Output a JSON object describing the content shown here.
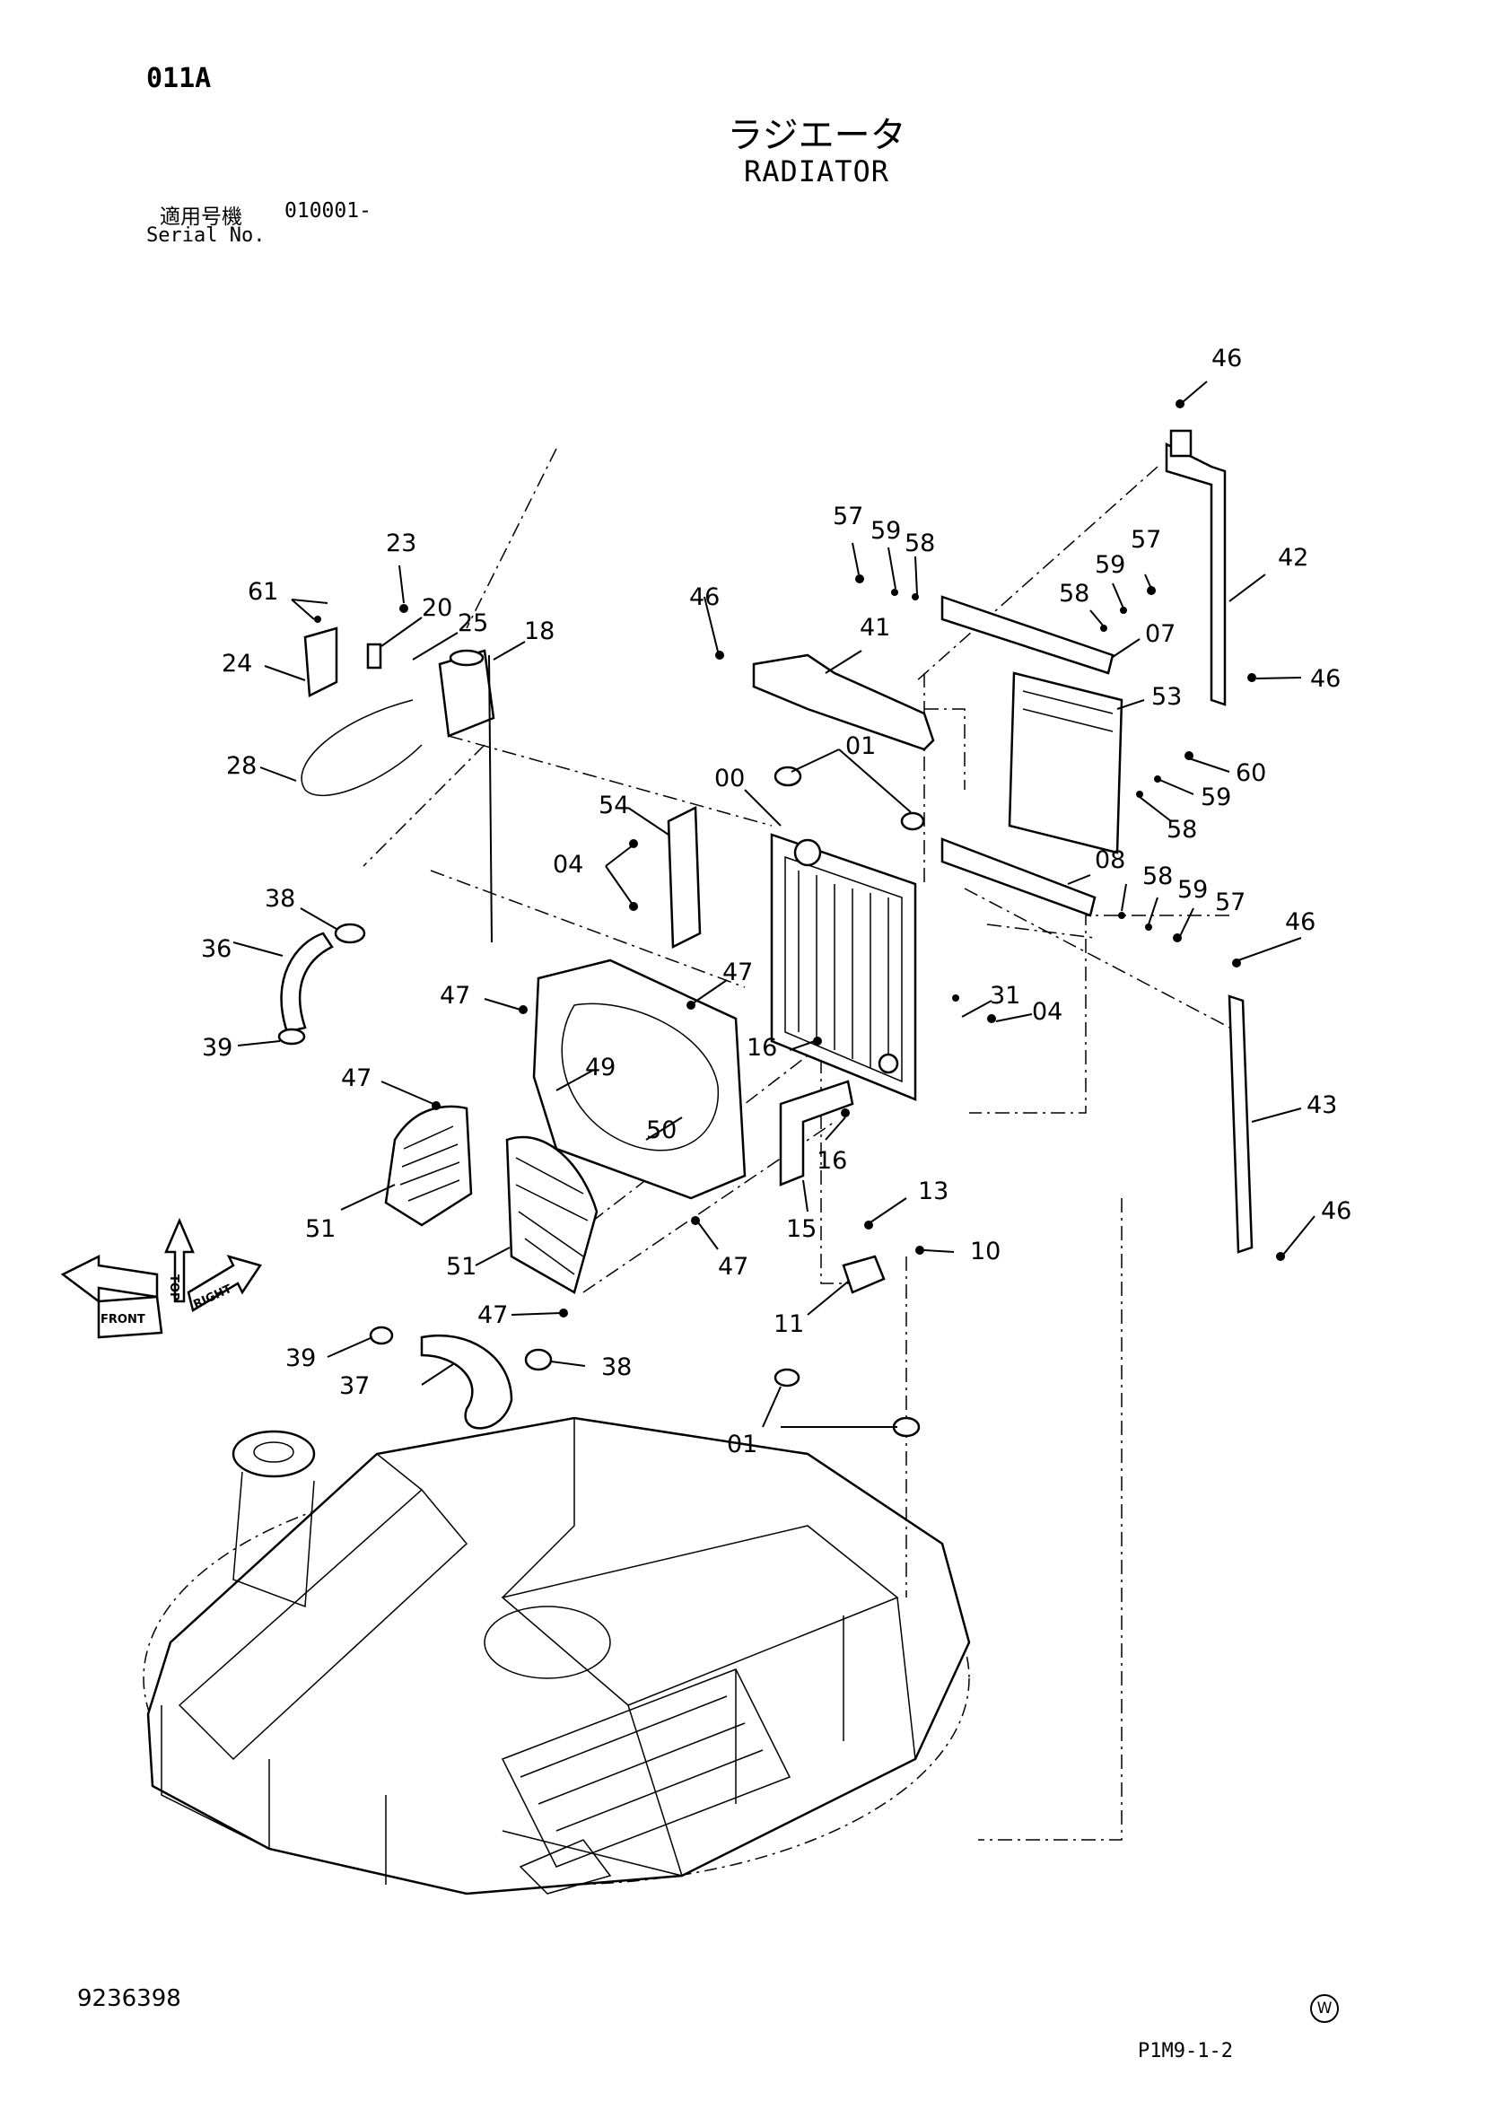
{
  "header": {
    "code": "011A",
    "title_jp": "ラジエータ",
    "title_en": "RADIATOR",
    "serial_label_jp": "適用号機",
    "serial_value": "010001-",
    "serial_label_en": "Serial No."
  },
  "footer": {
    "drawing_number": "9236398",
    "page_ref": "P1M9-1-2",
    "mark": "W"
  },
  "orientation": {
    "top": "TOP",
    "front": "FRONT",
    "right": "RIGHT"
  },
  "callouts": {
    "c46a": "46",
    "c42": "42",
    "c57a": "57",
    "c59a": "59",
    "c58a": "58",
    "c57b": "57",
    "c59b": "59",
    "c58b": "58",
    "c07": "07",
    "c46b": "46",
    "c23": "23",
    "c61": "61",
    "c20": "20",
    "c25": "25",
    "c18": "18",
    "c24": "24",
    "c46c": "46",
    "c41": "41",
    "c53": "53",
    "c01a": "01",
    "c00": "00",
    "c60": "60",
    "c59c": "59",
    "c58c": "58",
    "c28": "28",
    "c54": "54",
    "c04a": "04",
    "c08": "08",
    "c58d": "58",
    "c59d": "59",
    "c57c": "57",
    "c38a": "38",
    "c46d": "46",
    "c36": "36",
    "c47a": "47",
    "c47b": "47",
    "c31": "31",
    "c04b": "04",
    "c39a": "39",
    "c16a": "16",
    "c47c": "47",
    "c49": "49",
    "c43": "43",
    "c50": "50",
    "c16b": "16",
    "c13": "13",
    "c51a": "51",
    "c15": "15",
    "c10": "10",
    "c46e": "46",
    "c51b": "51",
    "c47d": "47",
    "c11": "11",
    "c47e": "47",
    "c39b": "39",
    "c38b": "38",
    "c37": "37",
    "c01b": "01"
  }
}
